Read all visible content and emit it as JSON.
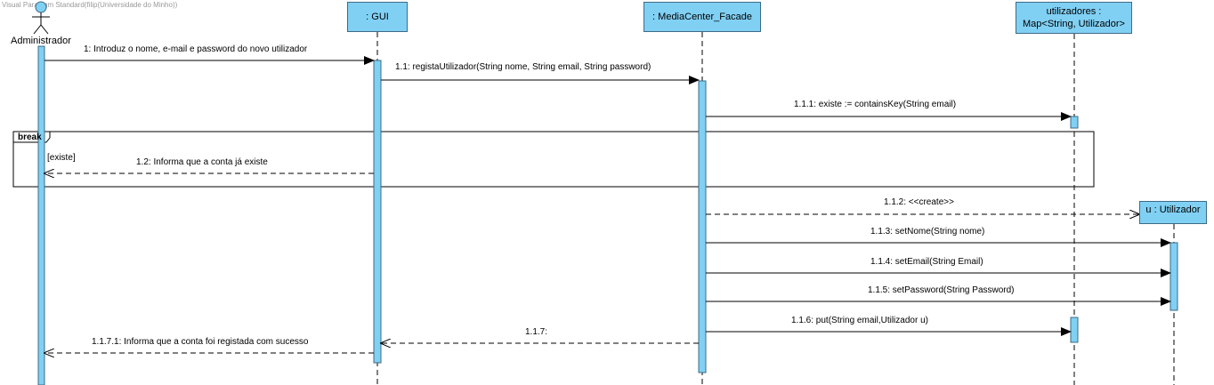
{
  "watermark": "Visual Paradigm Standard(filip(Universidade do Minho))",
  "lifelines": {
    "actor": "Administrador",
    "gui": ": GUI",
    "facade": ": MediaCenter_Facade",
    "map_line1": "utilizadores :",
    "map_line2": "Map<String, Utilizador>",
    "user": "u : Utilizador"
  },
  "fragment": {
    "operator": "break",
    "guard": "[existe]"
  },
  "messages": {
    "m1": "1: Introduz o nome, e-mail e password do novo utilizador",
    "m11": "1.1: registaUtilizador(String nome, String email, String password)",
    "m111": "1.1.1: existe := containsKey(String email)",
    "m12": "1.2: Informa que a conta já existe",
    "m112": "1.1.2: <<create>>",
    "m113": "1.1.3: setNome(String nome)",
    "m114": "1.1.4: setEmail(String Email)",
    "m115": "1.1.5: setPassword(String Password)",
    "m116": "1.1.6: put(String email,Utilizador u)",
    "m117": "1.1.7:",
    "m1171": "1.1.7.1: Informa que a conta foi registada com sucesso"
  }
}
